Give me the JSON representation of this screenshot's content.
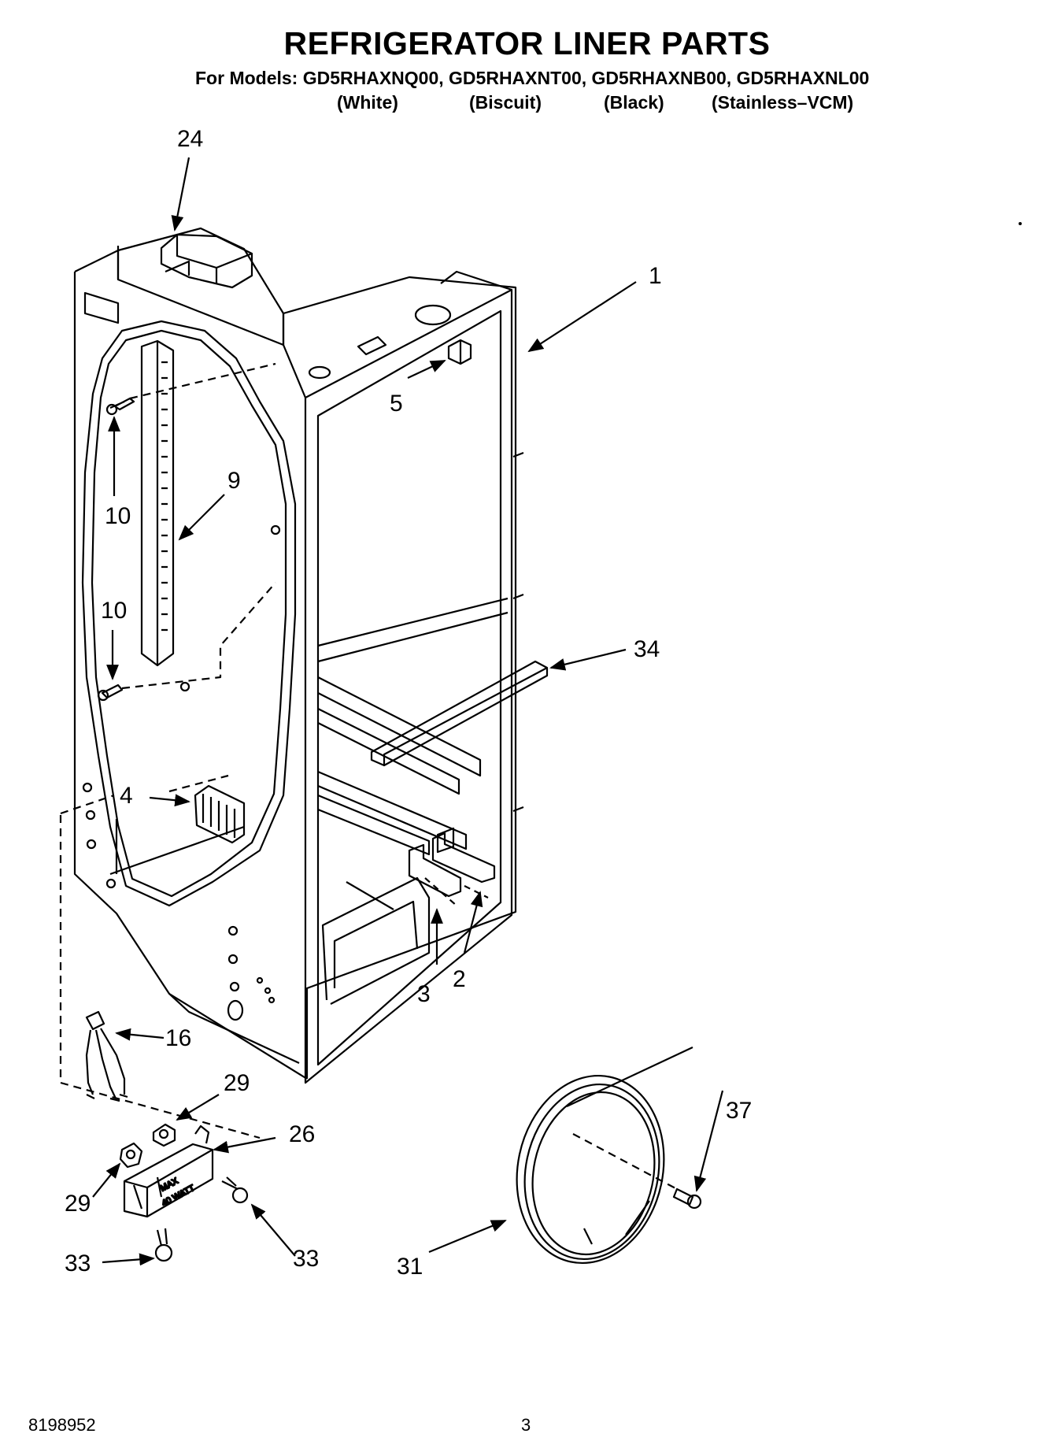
{
  "header": {
    "title": "REFRIGERATOR LINER PARTS",
    "models_line": "For Models: GD5RHAXNQ00, GD5RHAXNT00, GD5RHAXNB00, GD5RHAXNL00",
    "finishes": [
      "(White)",
      "(Biscuit)",
      "(Black)",
      "(Stainless–VCM)"
    ]
  },
  "callouts": {
    "c24": "24",
    "c1": "1",
    "c5": "5",
    "c9": "9",
    "c10a": "10",
    "c10b": "10",
    "c34": "34",
    "c4": "4",
    "c3": "3",
    "c2": "2",
    "c16": "16",
    "c29a": "29",
    "c29b": "29",
    "c26": "26",
    "c37": "37",
    "c33a": "33",
    "c33b": "33",
    "c31": "31"
  },
  "part_labels": {
    "light_socket_max": "MAX",
    "light_socket_watt": "40 WATT"
  },
  "footer": {
    "doc_number": "8198952",
    "page_number": "3"
  }
}
